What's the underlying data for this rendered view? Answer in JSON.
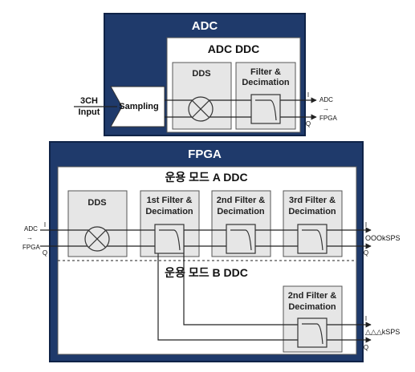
{
  "colors": {
    "navy": "#1f3a6b",
    "border": "#0f2347",
    "panel": "#ffffff",
    "block_fill": "#e6e6e6",
    "block_stroke": "#555555",
    "line": "#222222"
  },
  "adc": {
    "title": "ADC",
    "ddc_title": "ADC DDC",
    "dds_label": "DDS",
    "filter_label": [
      "Filter &",
      "Decimation"
    ],
    "sampling_label": "Sampling",
    "input_label": [
      "3CH",
      "Input"
    ],
    "out_i": "I",
    "out_q": "Q",
    "out_label": [
      "ADC",
      "→",
      "FPGA"
    ]
  },
  "fpga": {
    "title": "FPGA",
    "mode_a_title": "운용 모드 A DDC",
    "mode_b_title": "운용 모드 B DDC",
    "dds_label": "DDS",
    "filter1_label": [
      "1st Filter &",
      "Decimation"
    ],
    "filter2_label": [
      "2nd Filter &",
      "Decimation"
    ],
    "filter3_label": [
      "3rd Filter &",
      "Decimation"
    ],
    "filterB_label": [
      "2nd Filter &",
      "Decimation"
    ],
    "in_label": [
      "ADC",
      "→",
      "FPGA"
    ],
    "in_i": "I",
    "in_q": "Q",
    "outA_i": "I",
    "outA_q": "Q",
    "outA_rate": "OOOkSPS",
    "outB_i": "I",
    "outB_q": "Q",
    "outB_rate": "△△△kSPS"
  }
}
